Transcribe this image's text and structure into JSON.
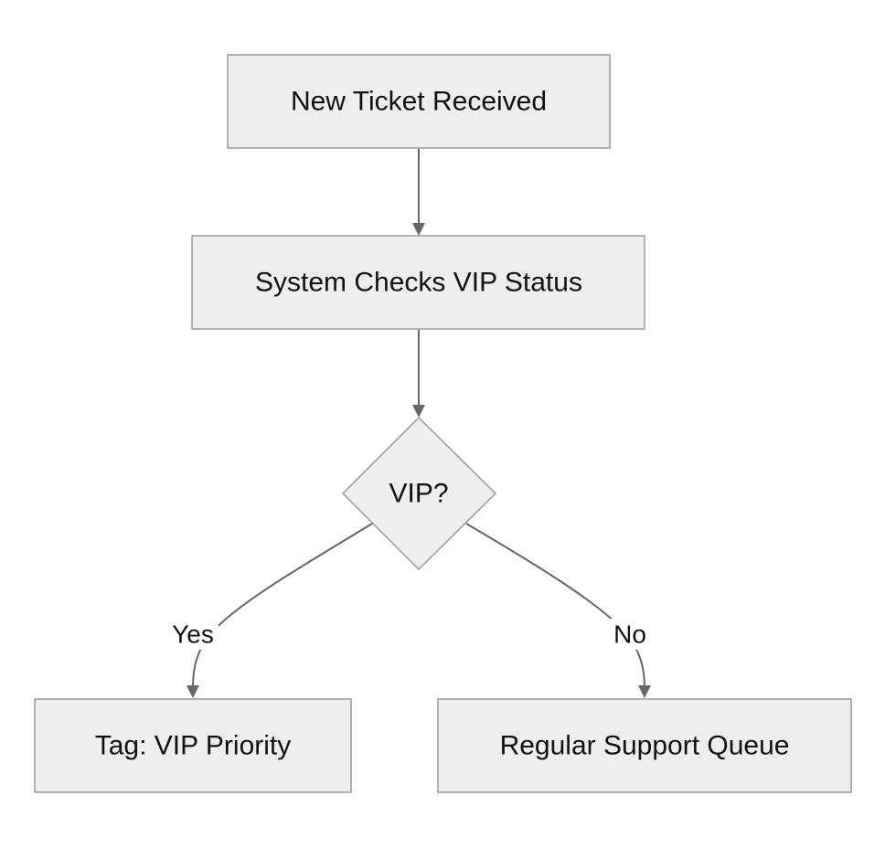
{
  "diagram": {
    "nodes": [
      {
        "id": "new_ticket",
        "label": "New Ticket Received",
        "shape": "rect"
      },
      {
        "id": "check_vip",
        "label": "System Checks VIP Status",
        "shape": "rect"
      },
      {
        "id": "vip_decision",
        "label": "VIP?",
        "shape": "diamond"
      },
      {
        "id": "tag_vip",
        "label": "Tag: VIP Priority",
        "shape": "rect"
      },
      {
        "id": "regular_queue",
        "label": "Regular Support Queue",
        "shape": "rect"
      }
    ],
    "edges": [
      {
        "from": "new_ticket",
        "to": "check_vip",
        "label": ""
      },
      {
        "from": "check_vip",
        "to": "vip_decision",
        "label": ""
      },
      {
        "from": "vip_decision",
        "to": "tag_vip",
        "label": "Yes"
      },
      {
        "from": "vip_decision",
        "to": "regular_queue",
        "label": "No"
      }
    ]
  },
  "colors": {
    "node_fill": "#eeeeee",
    "node_stroke": "#9a9a9a",
    "edge_stroke": "#666666",
    "text": "#111111",
    "background": "#ffffff"
  }
}
